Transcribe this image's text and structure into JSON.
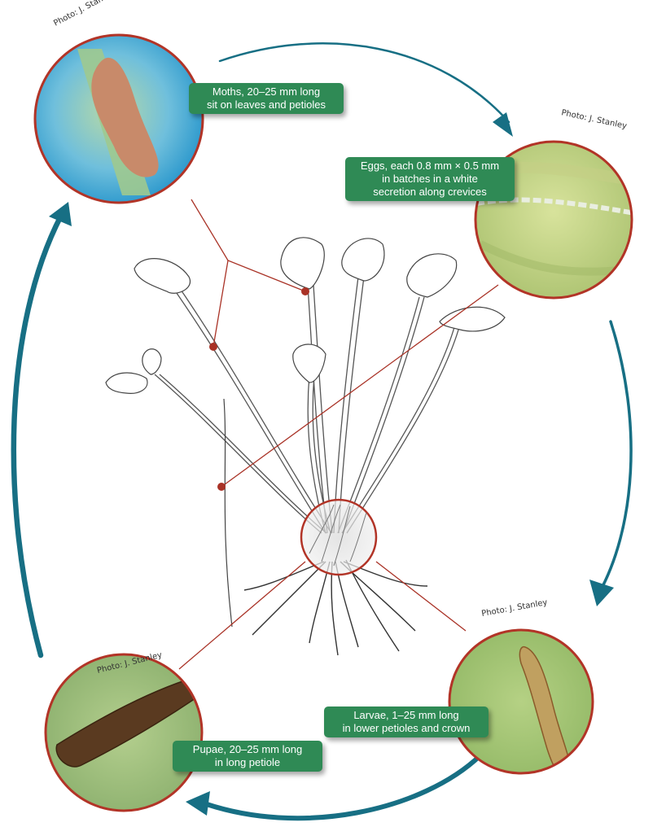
{
  "colors": {
    "cycle_arrow": "#176f84",
    "ring": "#b23427",
    "pointer": "#a93226",
    "label_bg": "#2f8a55"
  },
  "stages": [
    {
      "id": "moths",
      "line1": "Moths, 20–25 mm long",
      "line2": "sit on leaves and petioles",
      "credit": "Photo: J. Stanley",
      "photo_colors": [
        "#2aa6d6",
        "#9fc98f",
        "#c88a6a"
      ]
    },
    {
      "id": "eggs",
      "line1": "Eggs, each 0.8 mm × 0.5 mm",
      "line2": "in batches in a white",
      "line3": "secretion along crevices",
      "credit": "Photo: J. Stanley",
      "photo_colors": [
        "#c9d98a",
        "#a9c072",
        "#e9eee0"
      ]
    },
    {
      "id": "larvae",
      "line1": "Larvae, 1–25 mm long",
      "line2": "in lower petioles and crown",
      "credit": "Photo: J. Stanley",
      "photo_colors": [
        "#a9c97a",
        "#c0a060",
        "#8a5a2a"
      ]
    },
    {
      "id": "pupae",
      "line1": "Pupae, 20–25 mm long",
      "line2": "in long petiole",
      "credit": "Photo: J. Stanley",
      "photo_colors": [
        "#9bc07a",
        "#5a3a20",
        "#a9c88a"
      ]
    }
  ]
}
